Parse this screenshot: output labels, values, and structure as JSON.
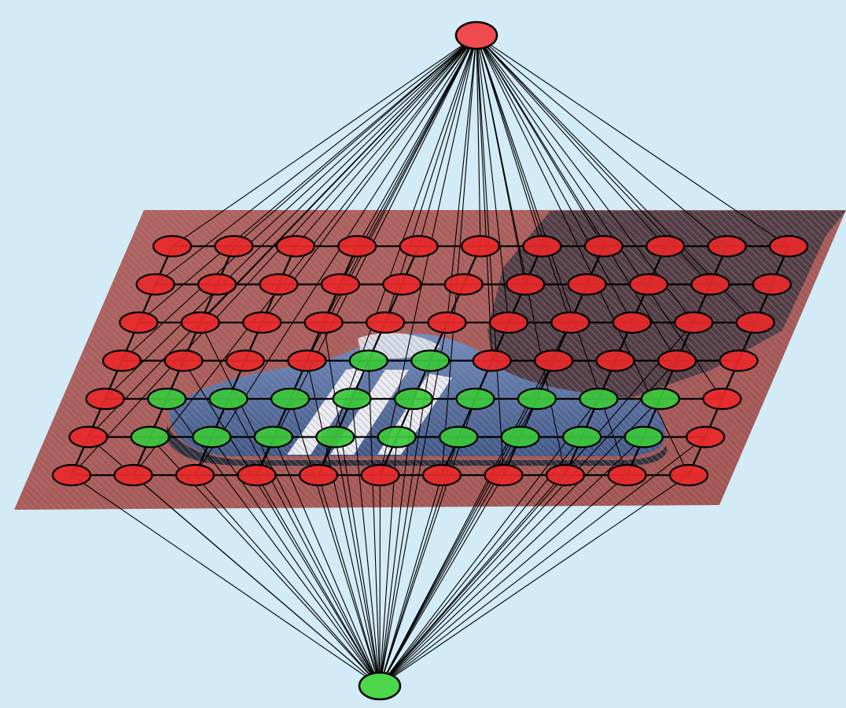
{
  "diagram": {
    "grid_rows": 7,
    "grid_cols": 11,
    "foreground_nodes": [
      [
        3,
        4
      ],
      [
        3,
        5
      ],
      [
        4,
        1
      ],
      [
        4,
        2
      ],
      [
        4,
        3
      ],
      [
        4,
        4
      ],
      [
        4,
        5
      ],
      [
        4,
        6
      ],
      [
        4,
        7
      ],
      [
        4,
        8
      ],
      [
        4,
        9
      ],
      [
        5,
        1
      ],
      [
        5,
        2
      ],
      [
        5,
        3
      ],
      [
        5,
        4
      ],
      [
        5,
        5
      ],
      [
        5,
        6
      ],
      [
        5,
        7
      ],
      [
        5,
        8
      ],
      [
        5,
        9
      ]
    ],
    "source_terminal": "background",
    "sink_terminal": "foreground",
    "colors": {
      "background": "#d2ebf6",
      "plane": "#a85a58",
      "background_node": "#e8292a",
      "foreground_node": "#3cc83c",
      "source_terminal": "#ef4b4f",
      "sink_terminal": "#4bd64b",
      "edge": "#000000",
      "shoe_body": "#4e6fa4",
      "shoe_stripe": "#e6eef5",
      "shadow": "#3e3a44"
    }
  }
}
